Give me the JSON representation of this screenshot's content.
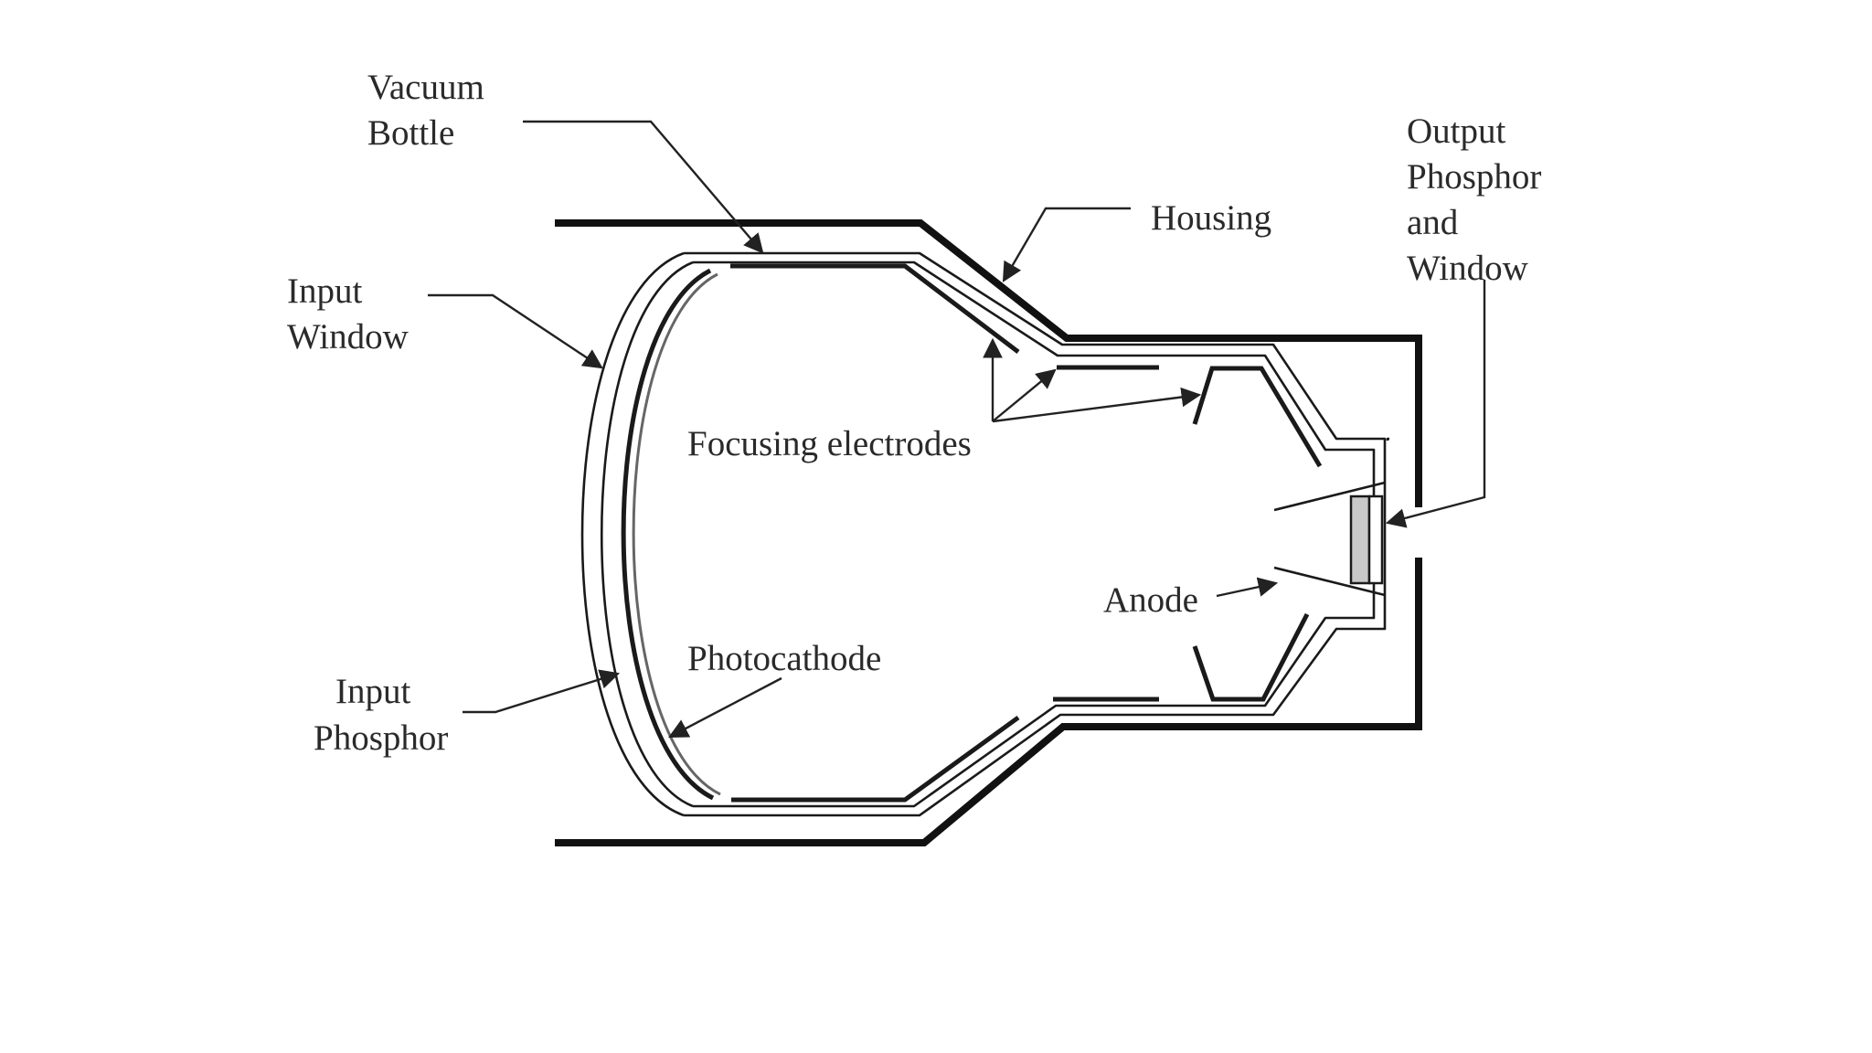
{
  "labels": {
    "vacuum_bottle": [
      "Vacuum",
      "Bottle"
    ],
    "housing": "Housing",
    "output_phosphor": [
      "Output",
      "Phosphor",
      "and",
      "Window"
    ],
    "input_window": [
      "Input",
      "Window"
    ],
    "focusing_electrodes": "Focusing electrodes",
    "anode": "Anode",
    "photocathode": "Photocathode",
    "input_phosphor": [
      "Input",
      "Phosphor"
    ]
  },
  "colors": {
    "line": "#111111",
    "text": "#2a2a2a",
    "phosphor_fill": "#c8c8c8",
    "background": "#ffffff"
  }
}
